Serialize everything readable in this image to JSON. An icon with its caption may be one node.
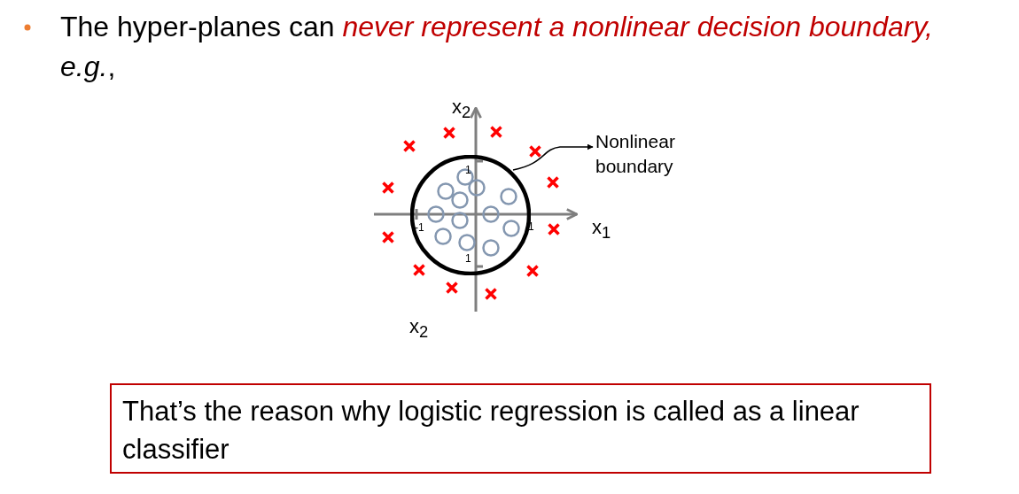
{
  "diagram": {
    "nodes": [
      {
        "text": [
          "Nonlinear boundary"
        ]
      },
      {
        "text": [],
        "shape": "circle"
      },
      {
        "text": [
          "That’s the reason why logistic regression is called as a linear classifier"
        ]
      }
    ],
    "edges": [
      {
        "from": 1,
        "to": 0,
        "arrow": "to"
      }
    ],
    "labels": [
      "The hyper-planes can *never represent a nonlinear decision boundary,* *e.g.*,",
      "x$_{2}$",
      "1",
      "-1",
      "1",
      "x$_{1}$",
      "1",
      "x$_{2}$"
    ]
  }
}
